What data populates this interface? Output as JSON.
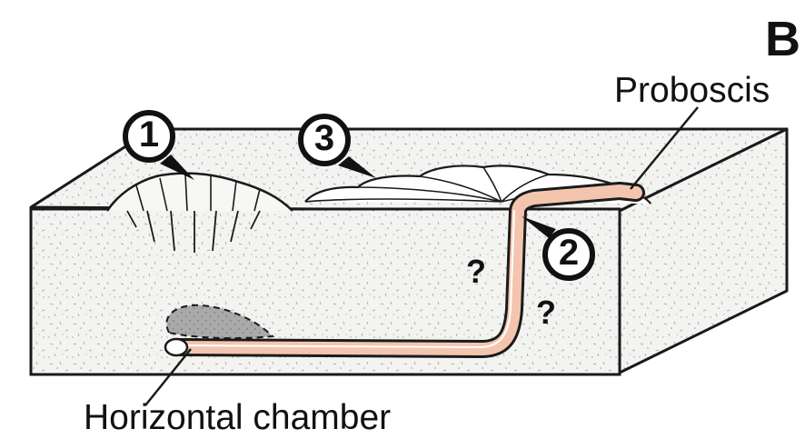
{
  "panel_letter": "B",
  "labels": {
    "proboscis": "Proboscis",
    "horizontal_chamber": "Horizontal chamber"
  },
  "markers": [
    "1",
    "2",
    "3"
  ],
  "unknowns": [
    "?",
    "?"
  ],
  "colors": {
    "sediment_fill": "#f3f3f1",
    "outline": "#1a1a1a",
    "burrow": "#f4c5ae",
    "cavity": "#a8a8a8"
  }
}
